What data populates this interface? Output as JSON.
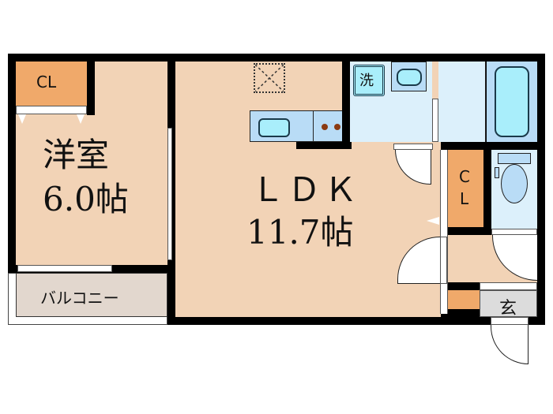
{
  "floor_plan": {
    "rooms": {
      "western_room": {
        "name": "洋室",
        "size": "6.0帖"
      },
      "ldk": {
        "name": "ＬＤＫ",
        "size": "11.7帖"
      },
      "balcony": {
        "name": "バルコニー"
      },
      "closet_left": {
        "name": "CL"
      },
      "closet_middle": {
        "name": "C L",
        "line1": "C",
        "line2": "L"
      },
      "washroom": {
        "washer_label": "洗"
      },
      "entrance": {
        "name": "玄"
      }
    },
    "colors": {
      "wall": "#000000",
      "floor": "#f2d3b6",
      "closet": "#f0a96a",
      "wet_area": "#dcf0fb",
      "fixture": "#a9eefb",
      "balcony": "#e2d7ce",
      "entrance": "#dcdcdc"
    }
  }
}
